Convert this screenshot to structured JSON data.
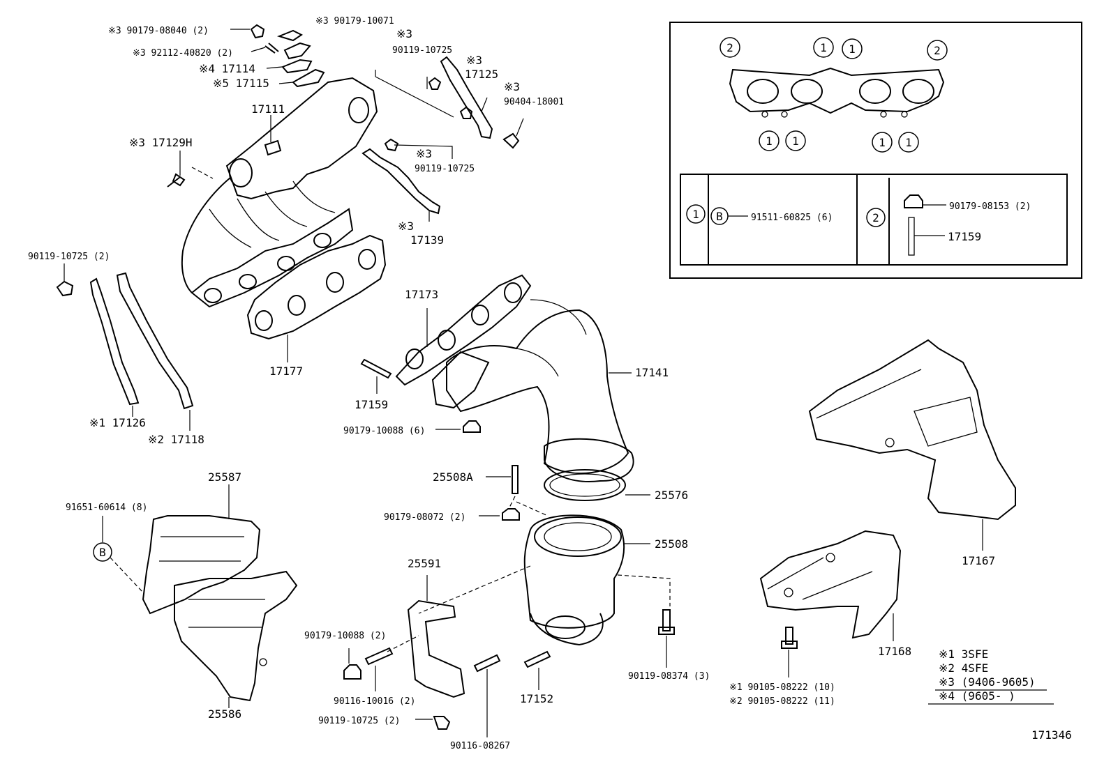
{
  "labels": {
    "p_90179_08040": "※3 90179-08040 (2)",
    "p_92112_40820": "※3 92112-40820 (2)",
    "p_17114": "※4 17114",
    "p_17115": "※5 17115",
    "p_17111": "17111",
    "p_17129h": "※3 17129H",
    "p_90179_10071": "※3 90179-10071",
    "p_s3_a": "※3",
    "p_90119_10725_a": "90119-10725",
    "p_s3_b": "※3",
    "p_17125": "17125",
    "p_s3_c": "※3",
    "p_90404_18001": "90404-18001",
    "p_s3_d": "※3",
    "p_90119_10725_b": "90119-10725",
    "p_s3_e": "※3",
    "p_17139": "17139",
    "p_90119_10725_2": "90119-10725 (2)",
    "p_17126": "※1 17126",
    "p_17118": "※2 17118",
    "p_17177": "17177",
    "p_17173": "17173",
    "p_17141": "17141",
    "p_17159": "17159",
    "p_90179_10088_6": "90179-10088 (6)",
    "p_25508a": "25508A",
    "p_25576": "25576",
    "p_90179_08072": "90179-08072 (2)",
    "p_25508": "25508",
    "p_25587": "25587",
    "p_91651_60614": "91651-60614 (8)",
    "p_b_marker": "B",
    "p_25586": "25586",
    "p_25591": "25591",
    "p_90179_10088_2": "90179-10088 (2)",
    "p_90116_10016": "90116-10016 (2)",
    "p_90119_10725_2b": "90119-10725 (2)",
    "p_90116_08267": "90116-08267",
    "p_17152": "17152",
    "p_90119_08374": "90119-08374 (3)",
    "p_90105_08222_10": "※1 90105-08222 (10)",
    "p_90105_08222_11": "※2 90105-08222 (11)",
    "p_17167": "17167",
    "p_17168": "17168",
    "diagram_no": "171346"
  },
  "inset": {
    "circle_1": "1",
    "circle_2": "2",
    "b_marker": "B",
    "row1_part": "91511-60825 (6)",
    "row2_part_a": "90179-08153 (2)",
    "row2_part_b": "17159"
  },
  "legend": {
    "l1": "※1 3SFE",
    "l2": "※2 4SFE",
    "l3": "※3 (9406-9605)",
    "l4": "※4 (9605-         )"
  }
}
